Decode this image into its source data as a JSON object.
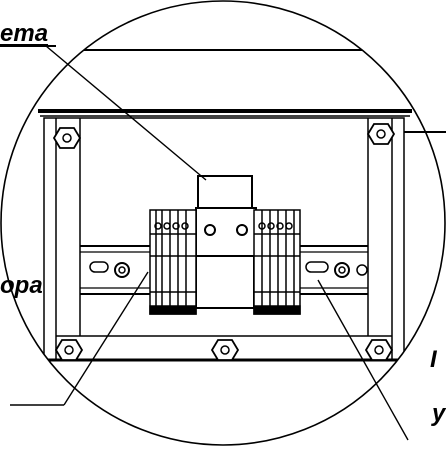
{
  "labels": {
    "top_left": "ета",
    "mid_left": "ора",
    "bottom_right": "у",
    "right_edge": "I"
  },
  "colors": {
    "line": "#000000",
    "background": "#ffffff"
  }
}
